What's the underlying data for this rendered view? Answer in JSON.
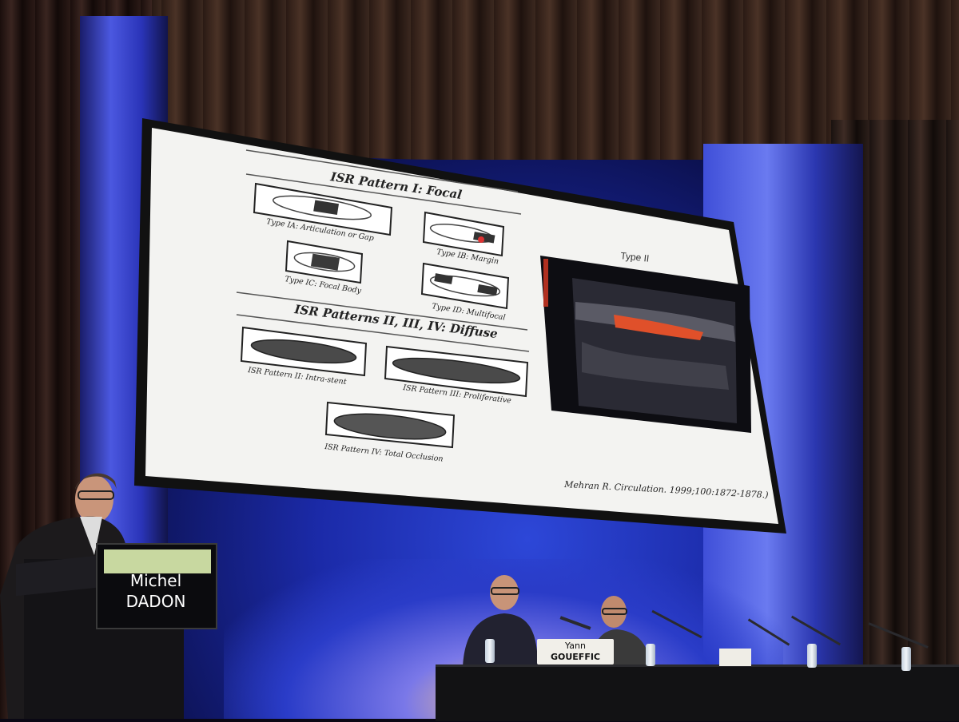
{
  "slide": {
    "header_focal": "ISR Pattern I: Focal",
    "type_ia": "Type IA: Articulation or Gap",
    "type_ib": "Type IB: Margin",
    "type_ic": "Type IC: Focal Body",
    "type_id": "Type ID: Multifocal",
    "header_diffuse": "ISR Patterns II, III, IV: Diffuse",
    "pattern_ii": "ISR Pattern II: Intra-stent",
    "pattern_iii": "ISR Pattern III: Proliferative",
    "pattern_iv": "ISR Pattern IV:  Total Occlusion",
    "ultrasound_title": "Type II",
    "citation": "Mehran R. Circulation. 1999;100:1872-1878.)"
  },
  "nameplate": {
    "first_name": "Michel",
    "last_name": "DADON"
  },
  "panel_sign": {
    "first_name": "Yann",
    "last_name": "GOUEFFIC"
  },
  "colors": {
    "stage_blue": "#2d47d8",
    "slide_bg": "#f3f3f1",
    "flow_red": "#e0502a"
  }
}
